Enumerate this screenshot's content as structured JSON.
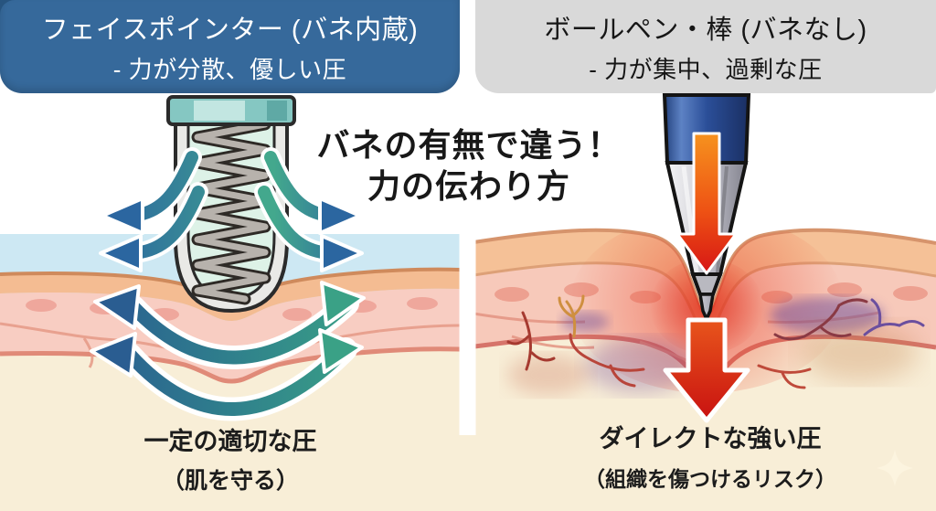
{
  "banners": {
    "left": {
      "title": "フェイスポインター (バネ内蔵)",
      "subtitle": "- 力が分散、優しい圧",
      "bg_color": "#36699b",
      "text_color": "#ffffff"
    },
    "right": {
      "title": "ボールペン・棒 (バネなし)",
      "subtitle": "- 力が集中、過剰な圧",
      "bg_color": "#d9d9d9",
      "text_color": "#161616"
    }
  },
  "center_title": {
    "line1": "バネの有無で違う！",
    "line2": "力の伝わり方"
  },
  "captions": {
    "left": {
      "line1": "一定の適切な圧",
      "line2": "（肌を守る）"
    },
    "right": {
      "line1": "ダイレクトな強い圧",
      "line2": "（組織を傷つけるリスク）"
    }
  },
  "icons": {
    "sparkle": "four-point-star"
  },
  "colors": {
    "banner_blue": "#36699b",
    "banner_gray": "#d9d9d9",
    "sky_blue": "#cde8f3",
    "skin_epidermis": "#f4bc92",
    "skin_dermis": "#f8cdc2",
    "skin_subcutis": "#f8eed7",
    "disperse_green": "#3aa186",
    "disperse_blue": "#2b66a0",
    "direct_red": "#d41717",
    "bruise_purple": "#6a4898"
  }
}
